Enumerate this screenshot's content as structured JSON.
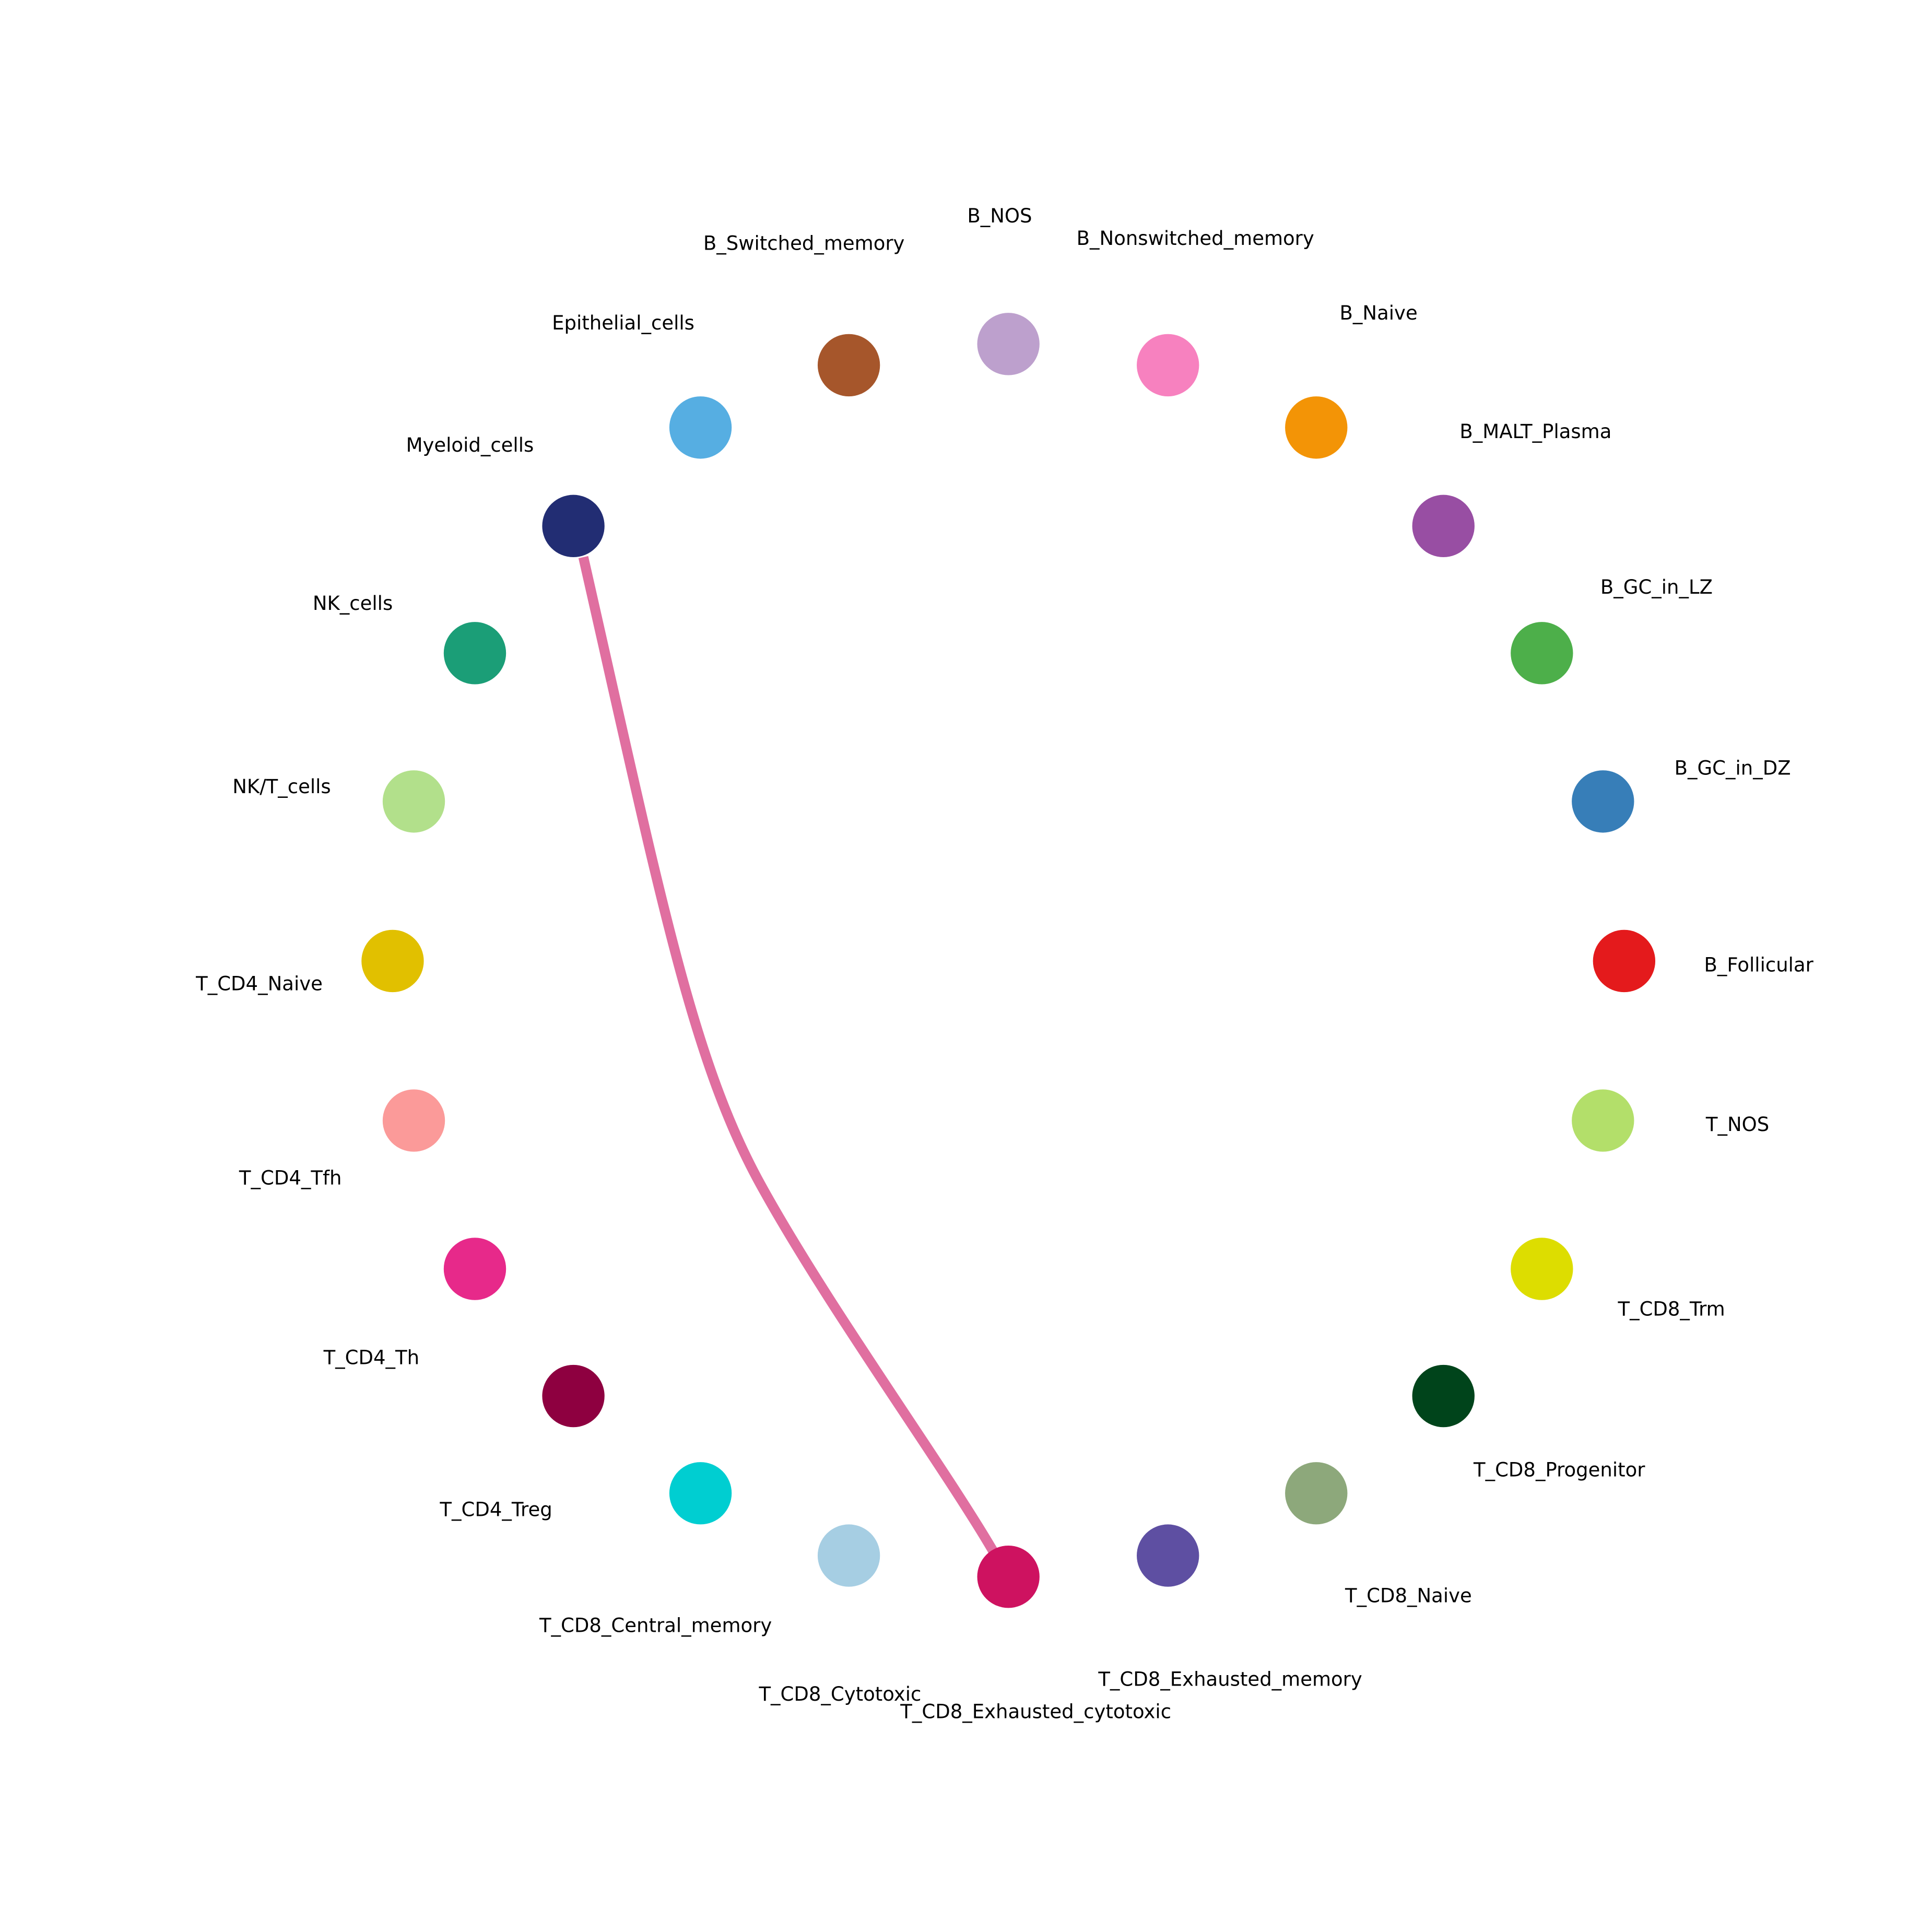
{
  "nodes": [
    {
      "label": "B_NOS",
      "color": "#bda0cd"
    },
    {
      "label": "B_Nonswitched_memory",
      "color": "#f781bf"
    },
    {
      "label": "B_Naive",
      "color": "#f39406"
    },
    {
      "label": "B_MALT_Plasma",
      "color": "#984ea3"
    },
    {
      "label": "B_GC_in_LZ",
      "color": "#4daf4a"
    },
    {
      "label": "B_GC_in_DZ",
      "color": "#377eb8"
    },
    {
      "label": "B_Follicular",
      "color": "#e41a1c"
    },
    {
      "label": "T_NOS",
      "color": "#b3df6a"
    },
    {
      "label": "T_CD8_Trm",
      "color": "#dddd00"
    },
    {
      "label": "T_CD8_Progenitor",
      "color": "#00441b"
    },
    {
      "label": "T_CD8_Naive",
      "color": "#8da87b"
    },
    {
      "label": "T_CD8_Exhausted_memory",
      "color": "#5e4fa2"
    },
    {
      "label": "T_CD8_Exhausted_cytotoxic",
      "color": "#ce1260"
    },
    {
      "label": "T_CD8_Cytotoxic",
      "color": "#a6cee3"
    },
    {
      "label": "T_CD8_Central_memory",
      "color": "#00ced1"
    },
    {
      "label": "T_CD4_Treg",
      "color": "#8e0040"
    },
    {
      "label": "T_CD4_Th",
      "color": "#e7298a"
    },
    {
      "label": "T_CD4_Tfh",
      "color": "#fb9a99"
    },
    {
      "label": "T_CD4_Naive",
      "color": "#e1c000"
    },
    {
      "label": "NK/T_cells",
      "color": "#b2e08b"
    },
    {
      "label": "NK_cells",
      "color": "#1b9e77"
    },
    {
      "label": "Myeloid_cells",
      "color": "#222d73"
    },
    {
      "label": "Epithelial_cells",
      "color": "#56aee2"
    },
    {
      "label": "B_Switched_memory",
      "color": "#a6562b"
    }
  ],
  "edges": [
    {
      "source": "Myeloid_cells",
      "target": "T_CD8_Exhausted_cytotoxic",
      "color": "#e06fa0"
    }
  ]
}
